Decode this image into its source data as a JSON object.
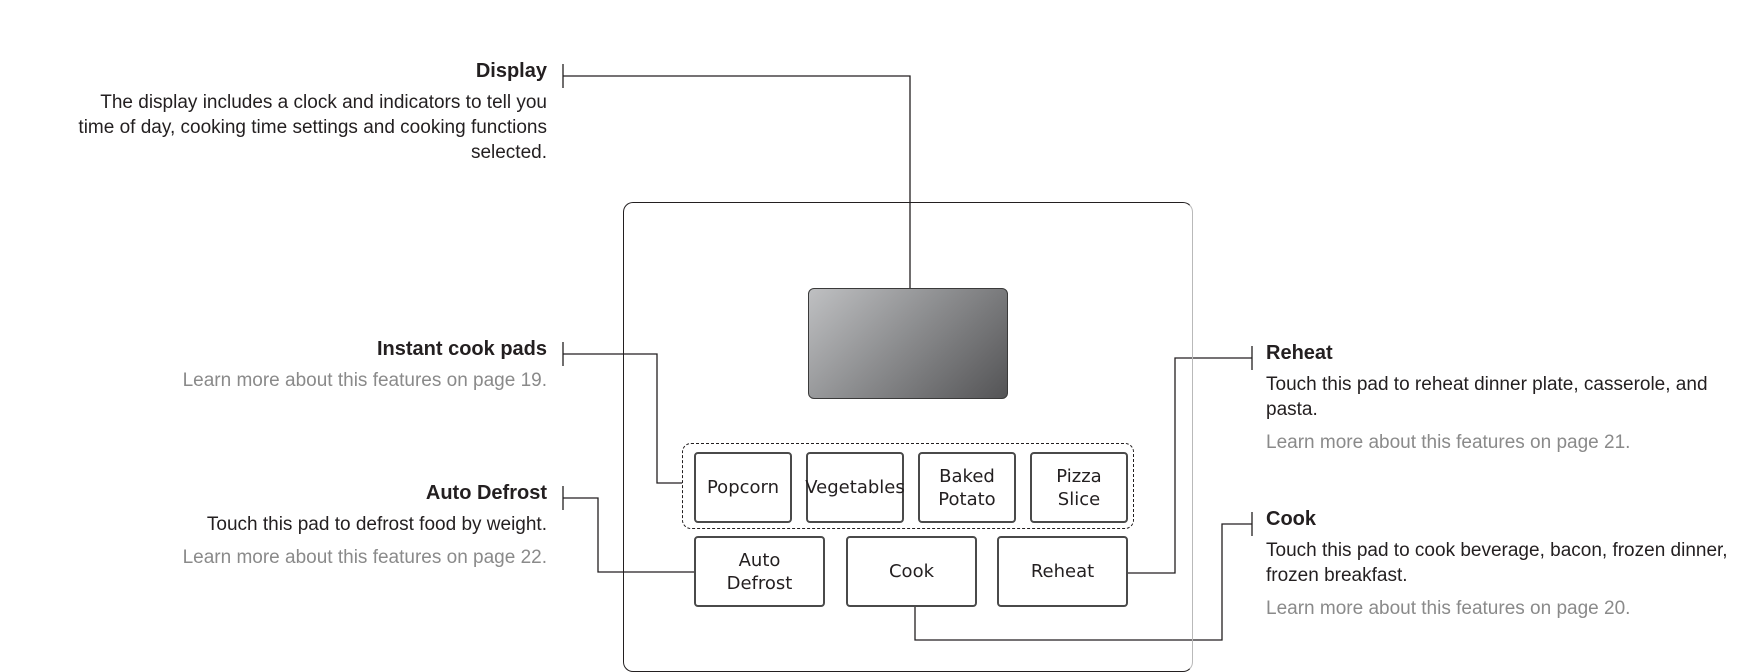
{
  "callouts": {
    "display": {
      "title": "Display",
      "desc": "The display includes a clock and indicators to tell you\ntime of day, cooking time settings and cooking functions\nselected."
    },
    "instant": {
      "title": "Instant cook pads",
      "more": "Learn more about this features on page 19."
    },
    "defrost": {
      "title": "Auto Defrost",
      "desc": "Touch this pad to defrost food by weight.",
      "more": "Learn more about this features on page 22."
    },
    "reheat": {
      "title": "Reheat",
      "desc": "Touch this pad to reheat dinner plate, casserole, and pasta.",
      "more": "Learn more about this features on page 21."
    },
    "cook": {
      "title": "Cook",
      "desc": "Touch this pad to cook beverage, bacon, frozen dinner,\nfrozen breakfast.",
      "more": "Learn more about this features on page 20."
    }
  },
  "pads": {
    "popcorn": "Popcorn",
    "vegetables": "Vegetables",
    "baked_potato": "Baked\nPotato",
    "pizza_slice": "Pizza\nSlice",
    "auto_defrost": "Auto\nDefrost",
    "cook": "Cook",
    "reheat": "Reheat"
  },
  "colors": {
    "text": "#231f20",
    "muted_text": "#8a8a8a",
    "screen_light": "#bfc0c2",
    "screen_dark": "#545456"
  }
}
